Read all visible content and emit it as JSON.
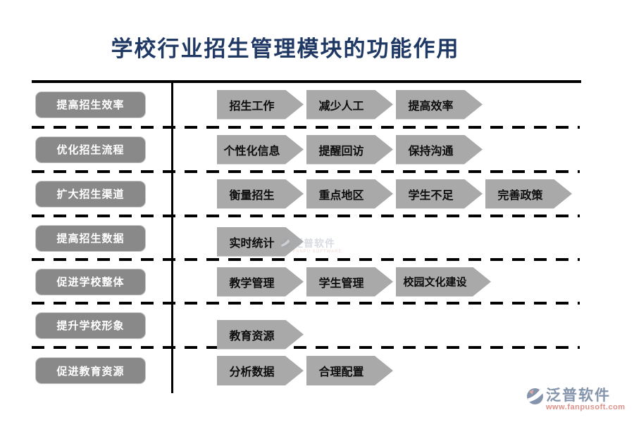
{
  "title": "学校行业招生管理模块的功能作用",
  "rows": [
    {
      "label": "提高招生效率",
      "arrows": [
        "招生工作",
        "减少人工",
        "提高效率"
      ]
    },
    {
      "label": "优化招生流程",
      "arrows": [
        "个性化信息",
        "提醒回访",
        "保持沟通"
      ]
    },
    {
      "label": "扩大招生渠道",
      "arrows": [
        "衡量招生",
        "重点地区",
        "学生不足",
        "完善政策"
      ]
    },
    {
      "label": "提高招生数据",
      "arrows": [
        "实时统计"
      ]
    },
    {
      "label": "促进学校整体",
      "arrows": [
        "教学管理",
        "学生管理",
        "校园文化建设"
      ]
    },
    {
      "label": "提升学校形象",
      "arrows": [
        "教育资源"
      ]
    },
    {
      "label": "促进教育资源",
      "arrows": [
        "分析数据",
        "合理配置"
      ]
    }
  ],
  "watermark": {
    "brand": "泛普软件",
    "sub": "FANPU SOFTWARE"
  },
  "footer": {
    "brand": "泛普软件",
    "url": "www.fanpusoft.com"
  },
  "colors": {
    "title": "#1f3864",
    "function_box_fill": "#898989",
    "function_box_text": "#ffffff",
    "arrow_fill": "#a9a9a9",
    "arrow_text": "#0d0d0d",
    "line": "#000000",
    "brand_blue": "#8494ac",
    "brand_salmon": "#dd9189"
  }
}
